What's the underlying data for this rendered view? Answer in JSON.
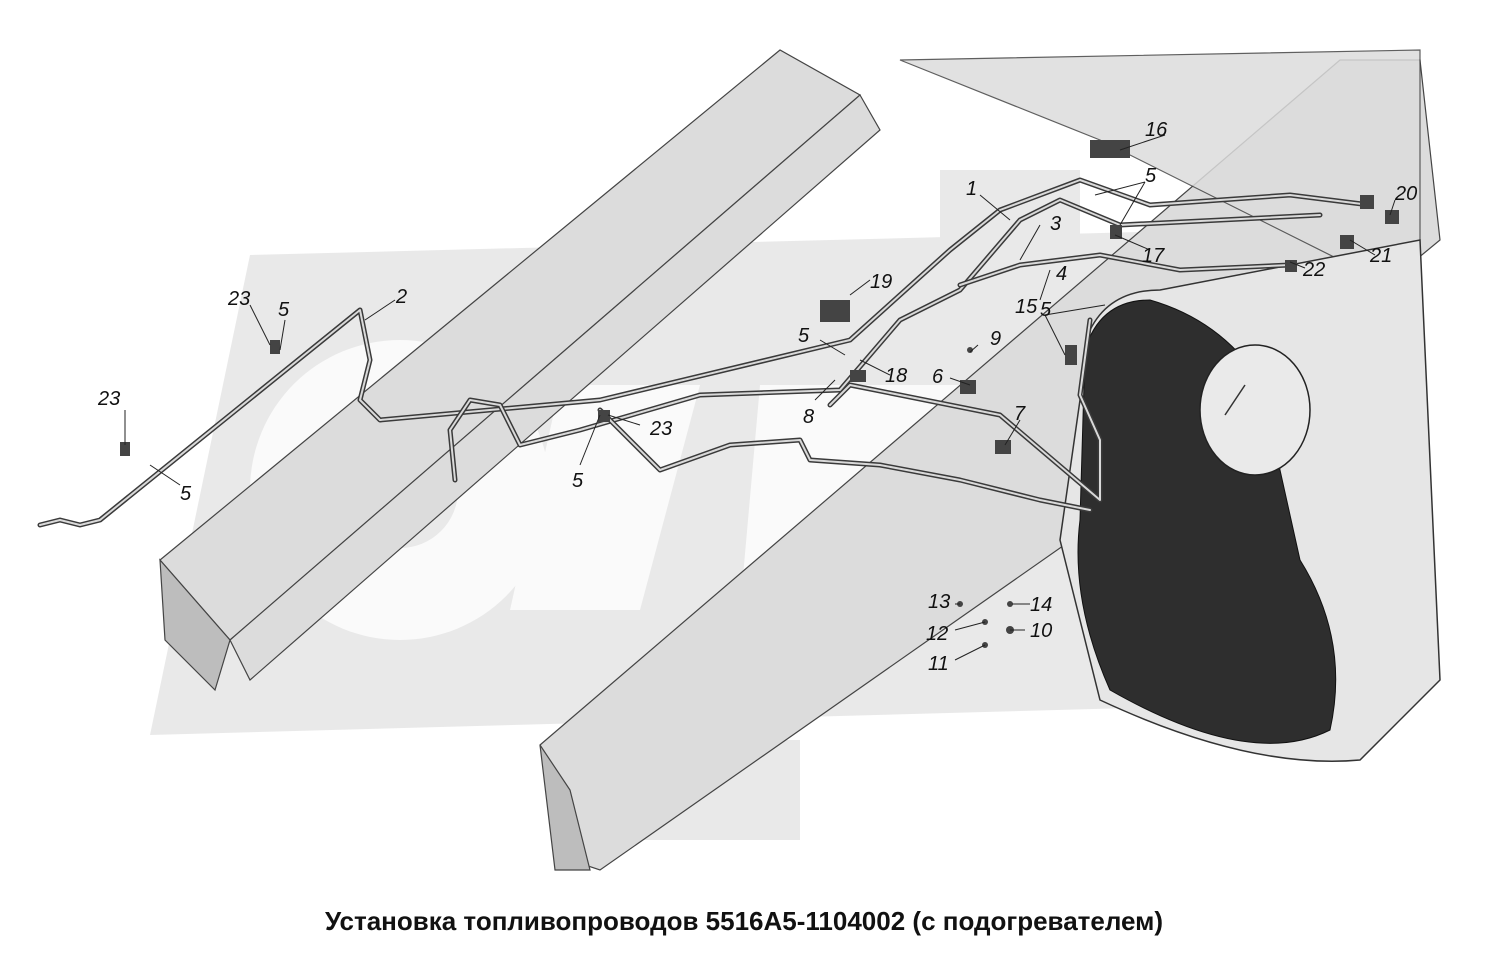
{
  "caption": "Установка топливопроводов 5516А5-1104002 (с подогревателем)",
  "watermark_text": "OPE",
  "callouts": [
    "1",
    "2",
    "3",
    "4",
    "5",
    "5",
    "5",
    "5",
    "5",
    "5",
    "6",
    "7",
    "8",
    "9",
    "10",
    "11",
    "12",
    "13",
    "14",
    "15",
    "16",
    "17",
    "18",
    "19",
    "20",
    "21",
    "22",
    "23",
    "23",
    "23"
  ]
}
